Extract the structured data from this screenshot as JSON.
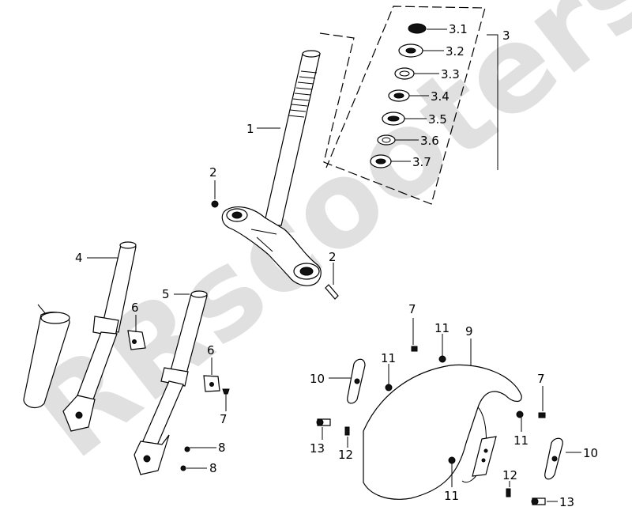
{
  "watermark": "RRscooters",
  "labels": {
    "l1": "1",
    "l2a": "2",
    "l2b": "2",
    "l3": "3",
    "l31": "3.1",
    "l32": "3.2",
    "l33": "3.3",
    "l34": "3.4",
    "l35": "3.5",
    "l36": "3.6",
    "l37": "3.7",
    "l4": "4",
    "l5": "5",
    "l6a": "6",
    "l6b": "6",
    "l7a": "7",
    "l7b": "7",
    "l7c": "7",
    "l8a": "8",
    "l8b": "8",
    "l9": "9",
    "l10a": "10",
    "l10b": "10",
    "l11a": "11",
    "l11b": "11",
    "l11c": "11",
    "l11d": "11",
    "l12a": "12",
    "l12b": "12",
    "l13a": "13",
    "l13b": "13"
  }
}
